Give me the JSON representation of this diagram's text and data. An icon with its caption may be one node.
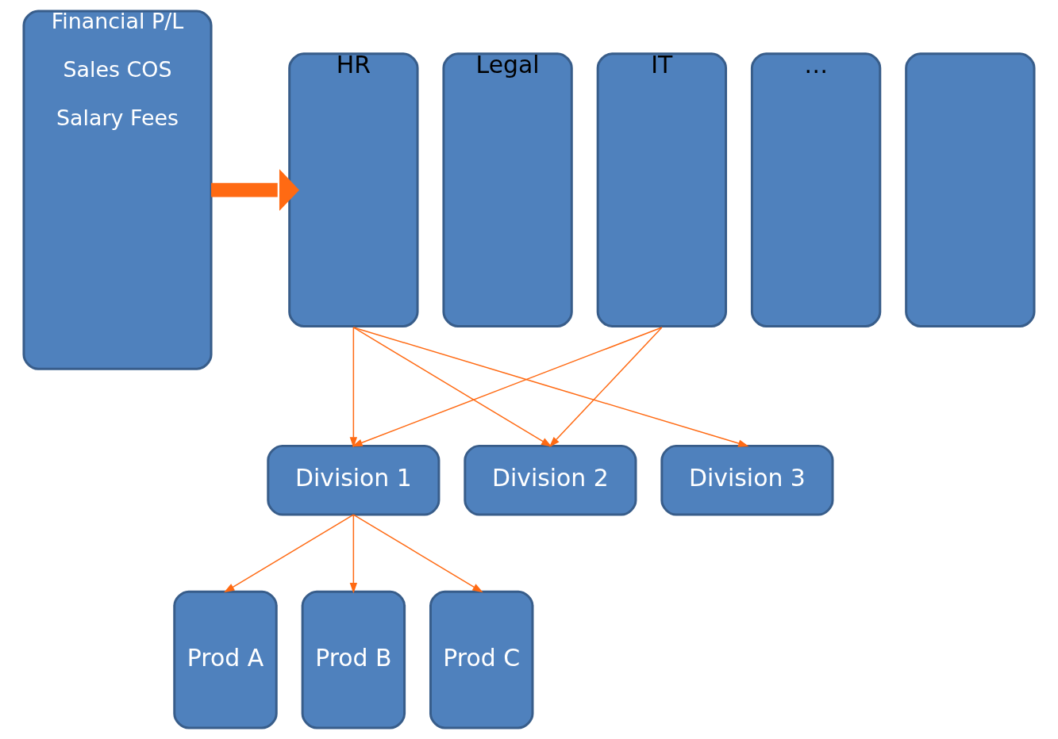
{
  "diagram": {
    "nodes": [
      {
        "text": [
          "Financial P/L",
          "Sales COS",
          "Salary Fees"
        ]
      },
      {
        "text": [
          "HR"
        ]
      },
      {
        "text": [
          "Legal"
        ]
      },
      {
        "text": [
          "IT"
        ]
      },
      {
        "text": [
          "…"
        ]
      },
      {
        "text": [],
        "shape": "box"
      },
      {
        "text": [
          "Division 1"
        ]
      },
      {
        "text": [
          "Division 2"
        ]
      },
      {
        "text": [
          "Division 3"
        ]
      },
      {
        "text": [
          "Prod A"
        ]
      },
      {
        "text": [
          "Prod B"
        ]
      },
      {
        "text": [
          "Prod C"
        ]
      }
    ],
    "edges": [
      {
        "from": 0,
        "to": 1,
        "arrow": "to",
        "style": "thick"
      },
      {
        "from": 1,
        "to": 6,
        "arrow": "to"
      },
      {
        "from": 1,
        "to": 7,
        "arrow": "to"
      },
      {
        "from": 1,
        "to": 8,
        "arrow": "to"
      },
      {
        "from": 3,
        "to": 6,
        "arrow": "to"
      },
      {
        "from": 3,
        "to": 7,
        "arrow": "to"
      },
      {
        "from": 6,
        "to": 9,
        "arrow": "to"
      },
      {
        "from": 6,
        "to": 10,
        "arrow": "to"
      },
      {
        "from": 6,
        "to": 11,
        "arrow": "to"
      }
    ]
  }
}
